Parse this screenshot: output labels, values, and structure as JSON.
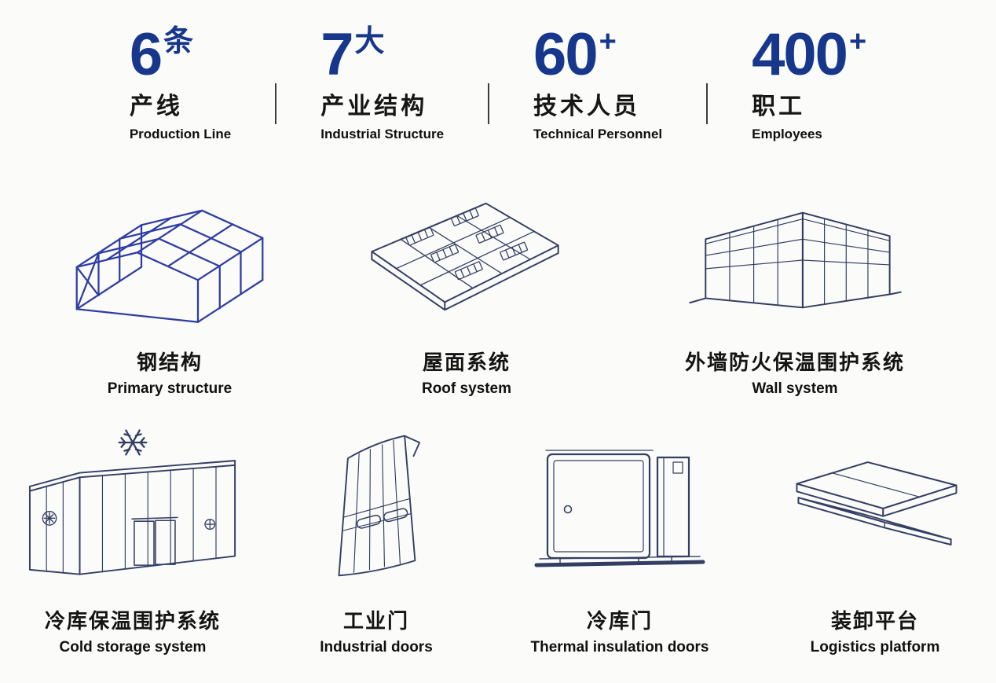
{
  "stats": [
    {
      "number": "6",
      "unit": "条",
      "label_zh": "产线",
      "label_en": "Production Line"
    },
    {
      "number": "7",
      "unit": "大",
      "label_zh": "产业结构",
      "label_en": "Industrial Structure"
    },
    {
      "number": "60",
      "unit": "+",
      "label_zh": "技术人员",
      "label_en": "Technical Personnel"
    },
    {
      "number": "400",
      "unit": "+",
      "label_zh": "职工",
      "label_en": "Employees"
    }
  ],
  "products": {
    "row1": [
      {
        "name_zh": "钢结构",
        "name_en": "Primary structure",
        "illustration": "steel-frame-structure-line-drawing"
      },
      {
        "name_zh": "屋面系统",
        "name_en": "Roof system",
        "illustration": "roof-panel-line-drawing"
      },
      {
        "name_zh": "外墙防火保温围护系统",
        "name_en": "Wall system",
        "illustration": "wall-cladding-building-line-drawing"
      }
    ],
    "row2": [
      {
        "name_zh": "冷库保温围护系统",
        "name_en": "Cold storage system",
        "illustration": "cold-storage-room-line-drawing",
        "badge_icon": "snowflake-icon"
      },
      {
        "name_zh": "工业门",
        "name_en": "Industrial doors",
        "illustration": "sectional-industrial-door-line-drawing"
      },
      {
        "name_zh": "冷库门",
        "name_en": "Thermal insulation doors",
        "illustration": "insulated-sliding-door-line-drawing"
      },
      {
        "name_zh": "装卸平台",
        "name_en": "Logistics platform",
        "illustration": "dock-leveler-platform-line-drawing"
      }
    ]
  },
  "colors": {
    "accent_blue": "#17378c",
    "stat_text": "#141414",
    "divider": "#3c3c3c",
    "line_art_navy": "#333e63",
    "line_art_blue": "#2e3da2",
    "background": "#fbfbf9"
  }
}
